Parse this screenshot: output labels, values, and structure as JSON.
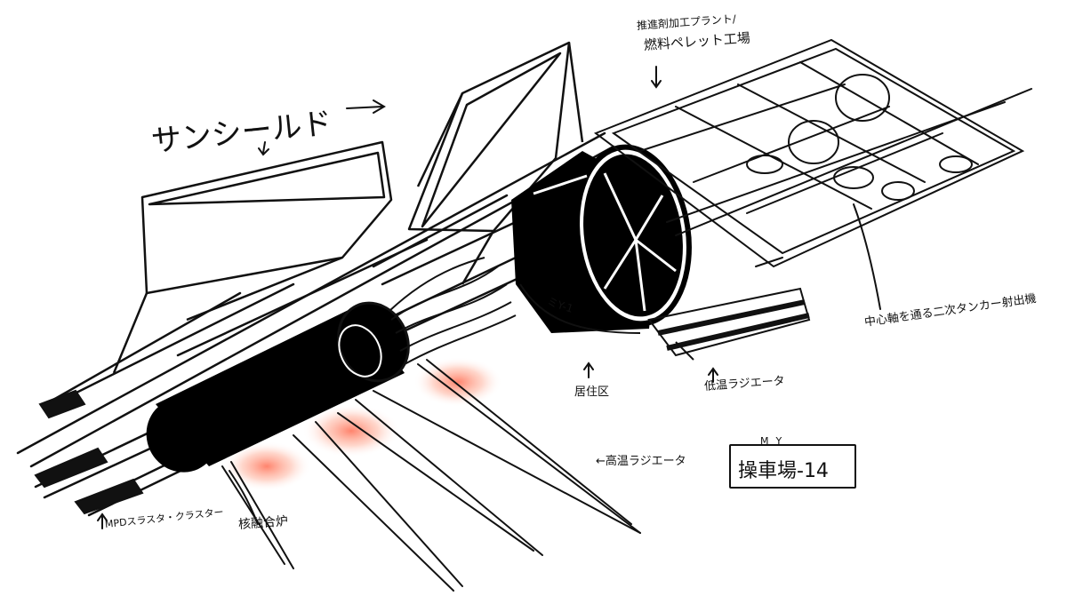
{
  "labels": {
    "sun_shield": "サンシールド",
    "fuel_plant_line1": "推進剤加工プラント/",
    "fuel_plant_line2": "燃料ペレット工場",
    "tanker_dock": "中心軸を通る二次タンカー射出機",
    "habitat": "居住区",
    "low_temp_radiator": "低温ラジエータ",
    "high_temp_radiator": "←高温ラジエータ",
    "mpd_thruster": "MPDスラスタ・クラスター",
    "fusion_reactor": "核融合炉",
    "hull_mark": "ミY-1",
    "my_mark": "MY",
    "yard_name": "操車場-14"
  },
  "colors": {
    "ink": "#111111",
    "glow": "#ff6a4d"
  }
}
